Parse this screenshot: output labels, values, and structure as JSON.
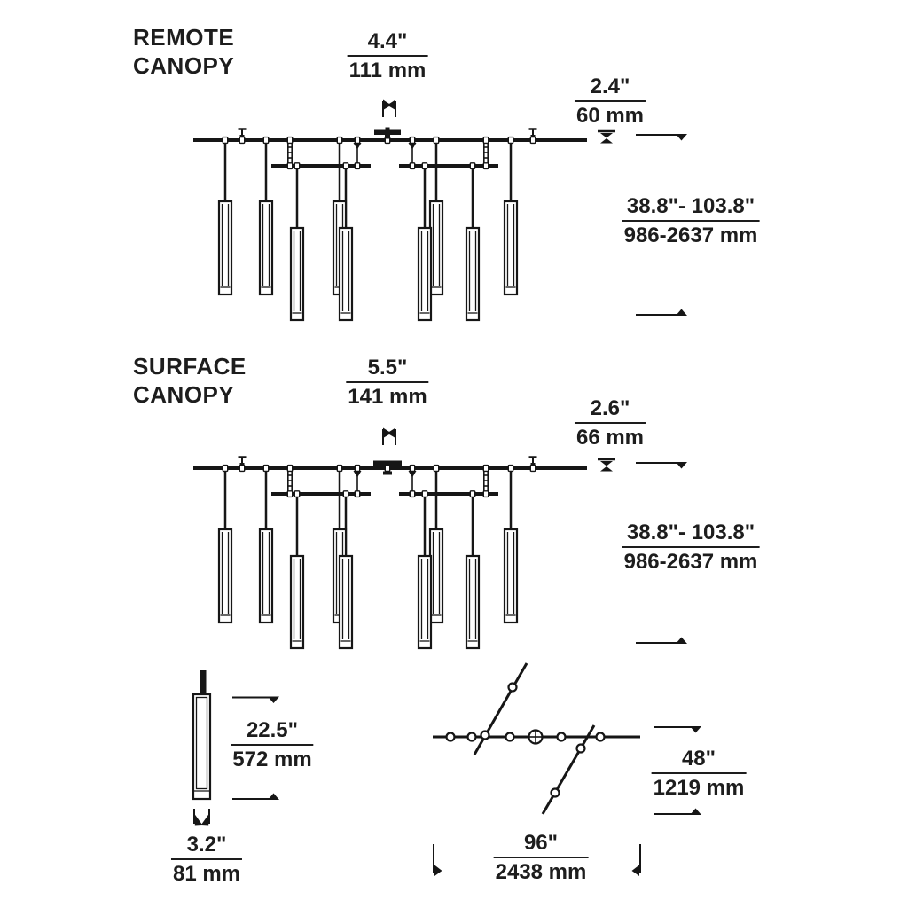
{
  "page": {
    "background": "#ffffff",
    "ink": "#161616"
  },
  "diagrams": {
    "remote": {
      "title": "REMOTE\nCANOPY",
      "canopy_width": {
        "inches": "4.4\"",
        "mm": "111 mm"
      },
      "canopy_height": {
        "inches": "2.4\"",
        "mm": "60 mm"
      },
      "suspension_range": {
        "inches": "38.8\"- 103.8\"",
        "mm": "986-2637 mm"
      }
    },
    "surface": {
      "title": "SURFACE\nCANOPY",
      "canopy_width": {
        "inches": "5.5\"",
        "mm": "141 mm"
      },
      "canopy_height": {
        "inches": "2.6\"",
        "mm": "66 mm"
      },
      "suspension_range": {
        "inches": "38.8\"- 103.8\"",
        "mm": "986-2637 mm"
      }
    },
    "pendant": {
      "height": {
        "inches": "22.5\"",
        "mm": "572 mm"
      },
      "width": {
        "inches": "3.2\"",
        "mm": "81 mm"
      }
    },
    "plan": {
      "width": {
        "inches": "48\"",
        "mm": "1219 mm"
      },
      "length": {
        "inches": "96\"",
        "mm": "2438 mm"
      }
    }
  }
}
